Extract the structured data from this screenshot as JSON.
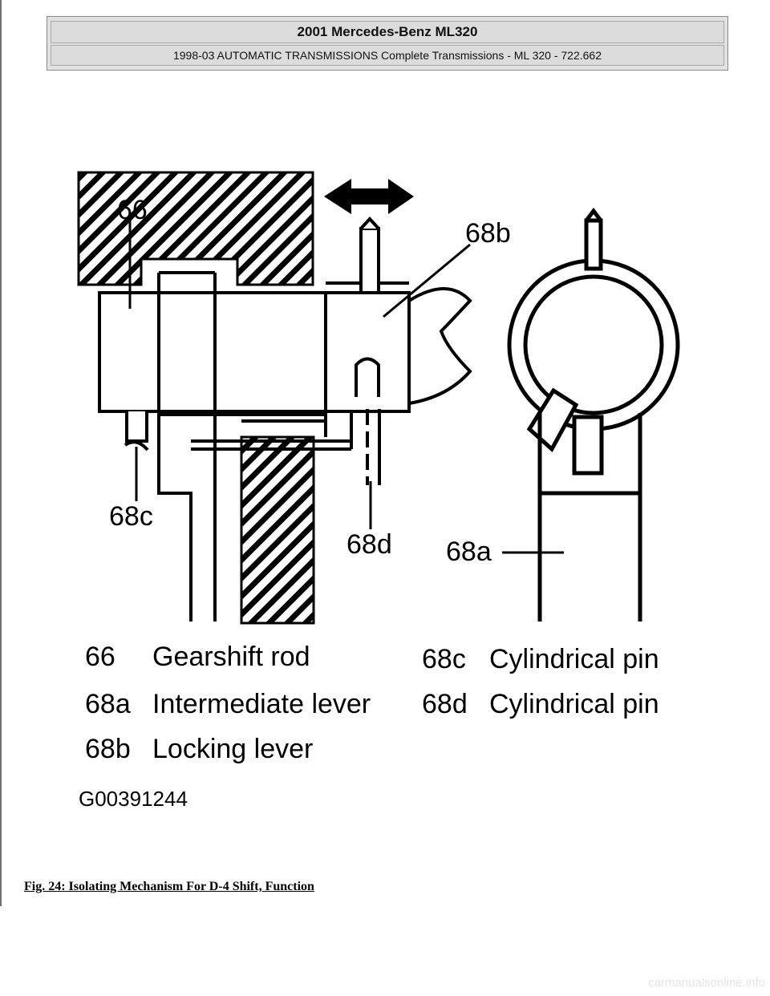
{
  "header": {
    "title": "2001 Mercedes-Benz ML320",
    "subtitle": "1998-03 AUTOMATIC TRANSMISSIONS Complete Transmissions - ML 320 - 722.662"
  },
  "figure": {
    "callouts": {
      "c66": "66",
      "c68a": "68a",
      "c68b": "68b",
      "c68c": "68c",
      "c68d": "68d"
    },
    "legend": [
      {
        "code": "66",
        "desc": "Gearshift rod"
      },
      {
        "code": "68a",
        "desc": "Intermediate lever"
      },
      {
        "code": "68b",
        "desc": "Locking lever"
      },
      {
        "code": "68c",
        "desc": "Cylindrical pin"
      },
      {
        "code": "68d",
        "desc": "Cylindrical pin"
      }
    ],
    "graphic_id": "G00391244"
  },
  "caption": "Fig. 24: Isolating Mechanism For D-4 Shift, Function",
  "watermark": "carmanualsonline.info"
}
